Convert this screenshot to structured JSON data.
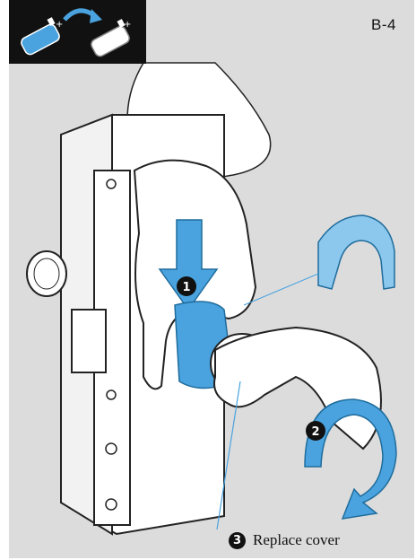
{
  "page_code": "B-4",
  "battery_swap": {
    "old_battery_icon": "battery-blue-icon",
    "new_battery_icon": "battery-white-icon",
    "arrow_icon": "curved-arrow-icon",
    "plus_sign": "+"
  },
  "steps": [
    {
      "number": "1",
      "icon": "down-arrow-icon"
    },
    {
      "number": "2",
      "icon": "rotate-arrow-icon"
    },
    {
      "number": "3",
      "text": "Replace cover"
    }
  ],
  "colors": {
    "accent_blue": "#4aa3df",
    "background": "#dcdcdc",
    "outline": "#222222"
  }
}
